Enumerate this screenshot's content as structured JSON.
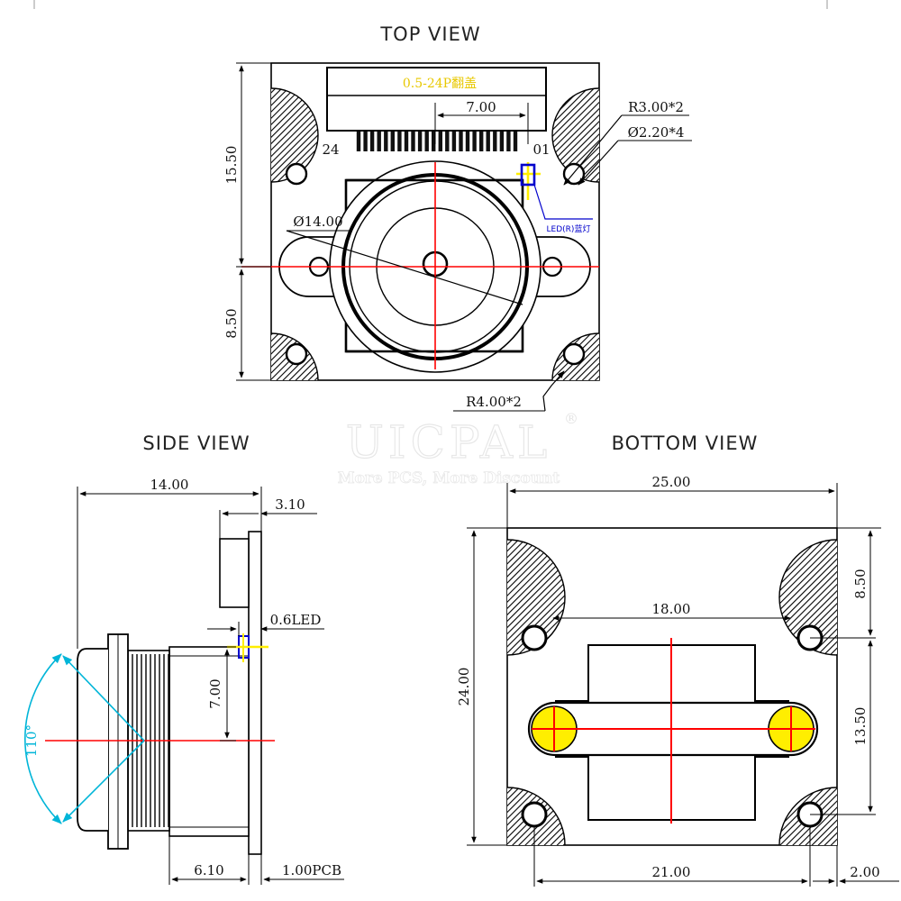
{
  "views": {
    "top": "TOP VIEW",
    "side": "SIDE VIEW",
    "bottom": "BOTTOM  VIEW"
  },
  "top_view": {
    "connector_label": "0.5-24P翻盖",
    "pin_start": "24",
    "pin_end": "01",
    "dim_7": "7.00",
    "dim_height_upper": "15.50",
    "dim_height_lower": "8.50",
    "radius_small": "R3.00*2",
    "hole_dia": "Ø2.20*4",
    "lens_dia": "Ø14.00",
    "led_label": "LED(R)蓝灯",
    "radius_large": "R4.00*2"
  },
  "side_view": {
    "dim_width": "14.00",
    "dim_connector": "3.10",
    "dim_led": "0.6LED",
    "dim_led_height": "7.00",
    "angle": "110°",
    "dim_lens_body": "6.10",
    "dim_pcb": "1.00PCB"
  },
  "bottom_view": {
    "dim_width": "25.00",
    "dim_hole_span": "18.00",
    "dim_height": "24.00",
    "dim_top": "8.50",
    "dim_mid": "13.50",
    "dim_bottom_span": "21.00",
    "dim_edge": "2.00"
  },
  "watermark": {
    "brand": "UICPAL",
    "registered": "®",
    "slogan": "More PCS, More Discount"
  },
  "colors": {
    "centerline": "#ff0000",
    "led": "#0000cc",
    "led_highlight": "#ffee00",
    "angle": "#00b5d8",
    "pad": "#ffee00",
    "connector_text": "#e8c800"
  }
}
